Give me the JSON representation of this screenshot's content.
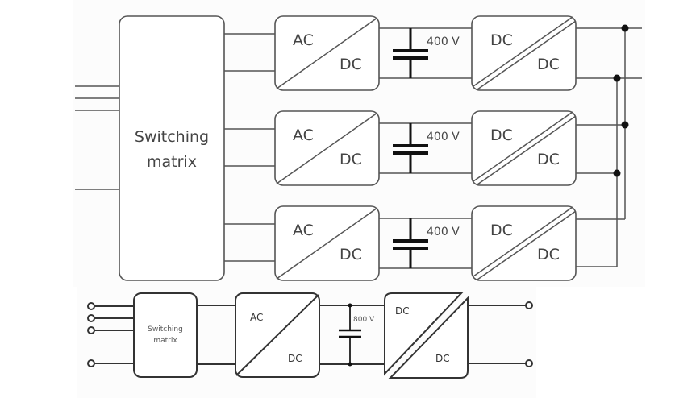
{
  "top_diagram": {
    "switching_matrix_label": [
      "Switching",
      "matrix"
    ],
    "converter_rows": [
      {
        "acdc": {
          "in": "AC",
          "out": "DC"
        },
        "capacitor_voltage": "400 V",
        "dcdc": {
          "in": "DC",
          "out": "DC"
        }
      },
      {
        "acdc": {
          "in": "AC",
          "out": "DC"
        },
        "capacitor_voltage": "400 V",
        "dcdc": {
          "in": "DC",
          "out": "DC"
        }
      },
      {
        "acdc": {
          "in": "AC",
          "out": "DC"
        },
        "capacitor_voltage": "400 V",
        "dcdc": {
          "in": "DC",
          "out": "DC"
        }
      }
    ]
  },
  "bottom_diagram": {
    "switching_matrix_label": [
      "Switching",
      "matrix"
    ],
    "acdc": {
      "in": "AC",
      "out": "DC"
    },
    "capacitor_voltage": "800 V",
    "dcdc": {
      "in": "DC",
      "out": "DC"
    }
  },
  "colors": {
    "line": "#555555",
    "capacitor": "#111111",
    "text": "#444444"
  }
}
